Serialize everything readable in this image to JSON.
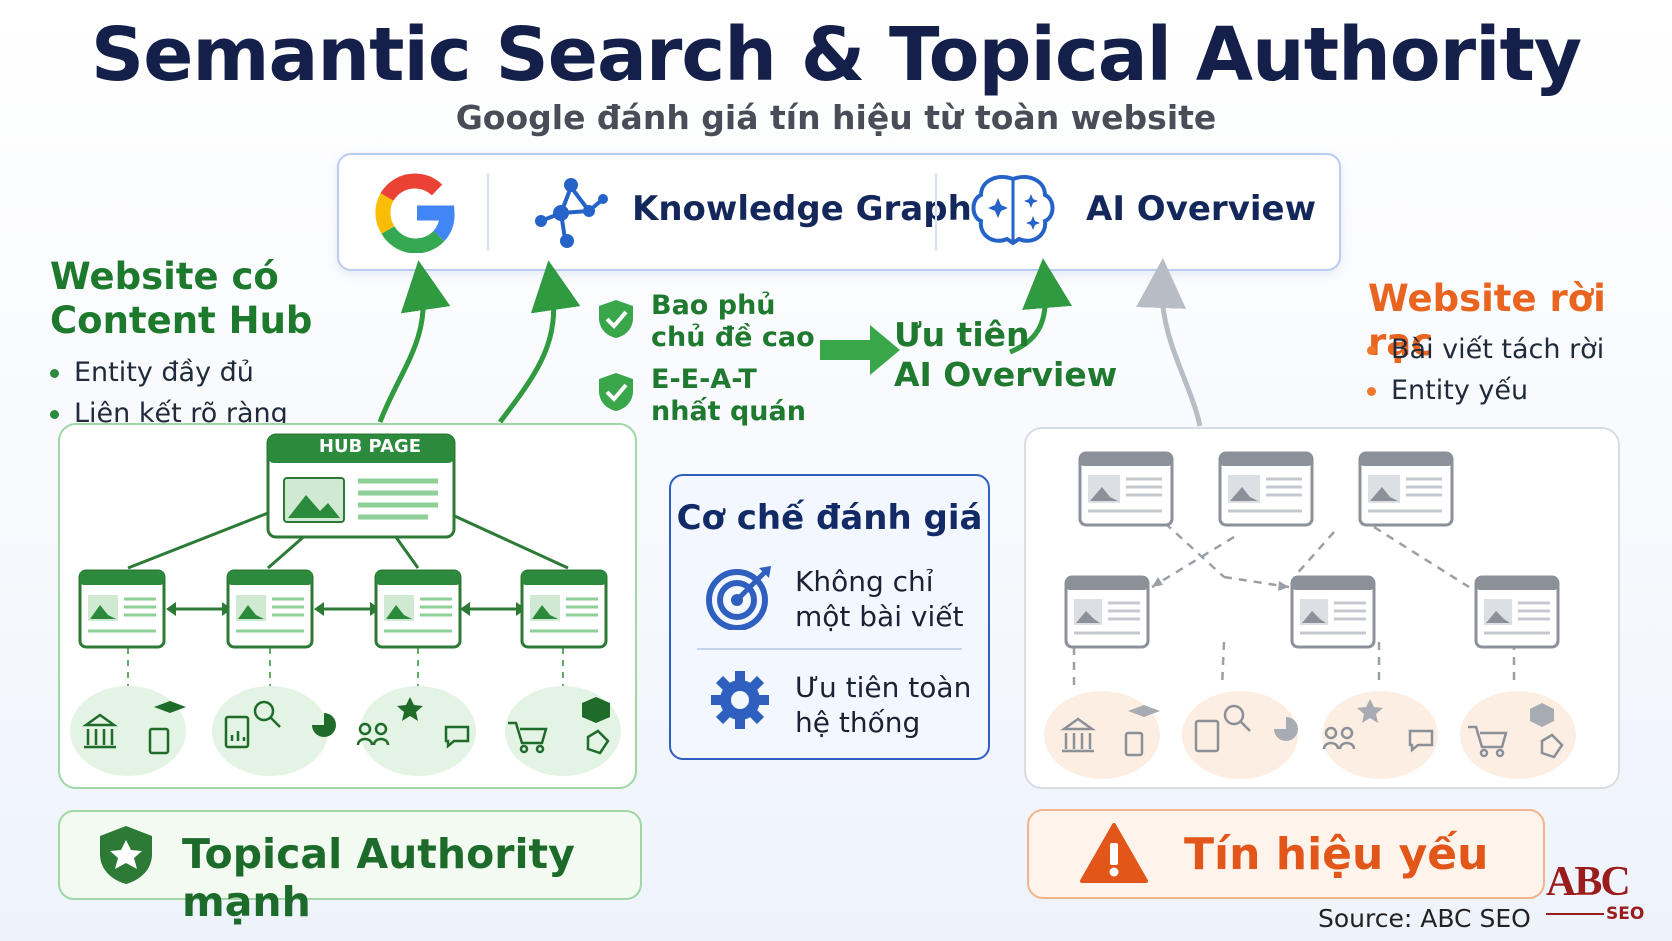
{
  "title": "Semantic Search & Topical Authority",
  "subtitle": "Google đánh giá tín hiệu từ toàn website",
  "topbar": {
    "items": [
      {
        "icon": "google-g-logo",
        "label": ""
      },
      {
        "icon": "knowledge-graph-network-icon",
        "label": "Knowledge Graph"
      },
      {
        "icon": "ai-brain-sparkle-icon",
        "label": "AI Overview"
      }
    ]
  },
  "left": {
    "heading_line1": "Website có",
    "heading_line2": "Content Hub",
    "bullets": [
      "Entity đầy đủ",
      "Liên kết rõ ràng"
    ],
    "hub_label": "HUB PAGE",
    "footer_label": "Topical Authority mạnh",
    "accent": "#2c8a3d"
  },
  "middle": {
    "benefit1_line1": "Bao phủ",
    "benefit1_line2": "chủ đề cao",
    "benefit2_line1": "E-E-A-T",
    "benefit2_line2": "nhất quán",
    "priority_line1": "Ưu tiên",
    "priority_line2": "AI Overview"
  },
  "mechanism": {
    "title": "Cơ chế đánh giá",
    "item1_line1": "Không chỉ",
    "item1_line2": "một bài viết",
    "item2_line1": "Ưu tiên toàn",
    "item2_line2": "hệ thống",
    "accent": "#2f5fbf"
  },
  "right": {
    "heading": "Website rời rạc",
    "bullets": [
      "Bài viết tách rời",
      "Entity yếu"
    ],
    "footer_label": "Tín hiệu yếu",
    "accent": "#e8641f"
  },
  "source": "Source: ABC SEO",
  "brand": {
    "main": "ABC",
    "sub": "SEO"
  }
}
